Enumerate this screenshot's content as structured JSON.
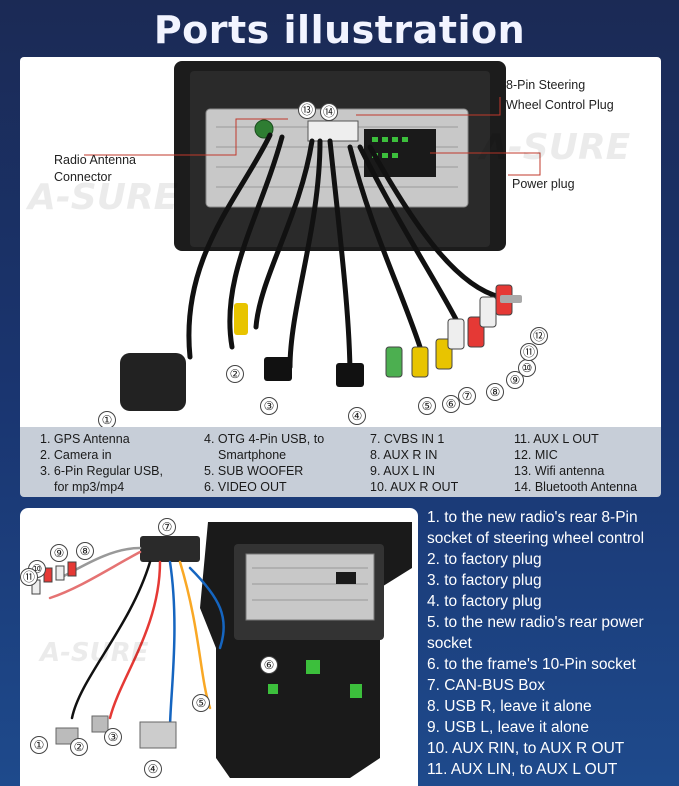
{
  "title": "Ports illustration",
  "brand": "A-SURE",
  "callouts": {
    "steering": [
      "8-Pin Steering",
      "Wheel Control Plug"
    ],
    "antenna": [
      "Radio Antenna",
      "Connector"
    ],
    "power": "Power plug"
  },
  "top_numbers": [
    "①",
    "②",
    "③",
    "④",
    "⑤",
    "⑥",
    "⑦",
    "⑧",
    "⑨",
    "⑩",
    "⑪",
    "⑫",
    "⑬",
    "⑭"
  ],
  "legend": {
    "col1": [
      "1. GPS Antenna",
      "2. Camera in",
      "3. 6-Pin Regular USB,",
      "for mp3/mp4"
    ],
    "col2": [
      "4. OTG 4-Pin USB, to",
      "Smartphone",
      "5. SUB WOOFER",
      "6. VIDEO OUT"
    ],
    "col3": [
      "7. CVBS IN 1",
      "8. AUX R IN",
      "9. AUX L IN",
      "10. AUX R OUT"
    ],
    "col4": [
      "11. AUX L OUT",
      "12. MIC",
      "13. Wifi antenna",
      "14. Bluetooth Antenna"
    ]
  },
  "notes": [
    "1. to the new radio's rear 8-Pin",
    "socket of steering wheel control",
    "2. to factory plug",
    "3. to factory plug",
    "4. to factory plug",
    "5. to the new radio's rear power",
    "socket",
    "6. to the frame's 10-Pin socket",
    "7. CAN-BUS Box",
    "8. USB R, leave it alone",
    "9. USB L, leave it alone",
    "10. AUX RIN, to AUX R OUT",
    "11. AUX LIN, to AUX L OUT"
  ],
  "colors": {
    "bg_top": "#1b2a55",
    "bg_bottom": "#1e4a8c",
    "legend_bg": "#c7ced8",
    "callout_line": "#c0392b"
  }
}
